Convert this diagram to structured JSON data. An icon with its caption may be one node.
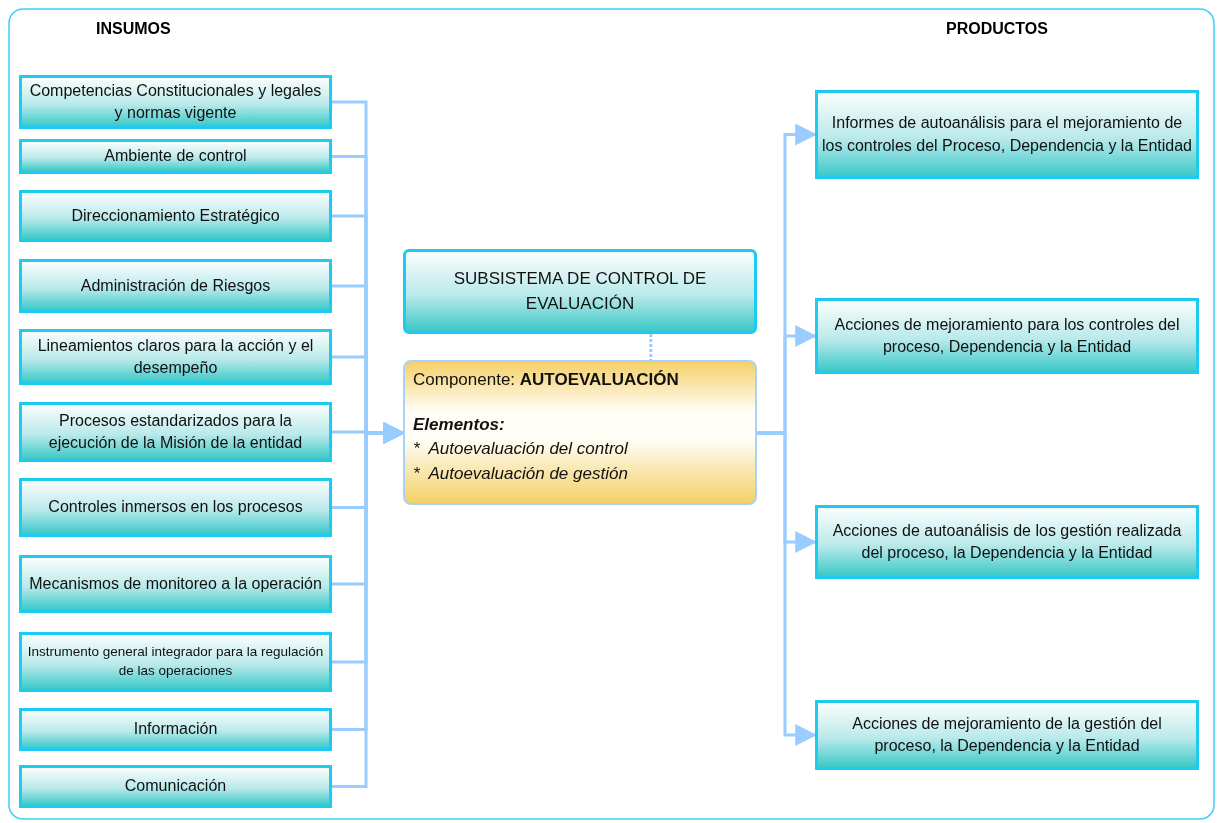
{
  "diagram": {
    "nodes": [
      {
        "text": [
          "Competencias Constitucionales y legales y normas vigente"
        ]
      },
      {
        "text": [
          "Ambiente de control"
        ]
      },
      {
        "text": [
          "Direccionamiento Estratégico"
        ]
      },
      {
        "text": [
          "Administración de Riesgos"
        ]
      },
      {
        "text": [
          "Lineamientos claros para la acción y el desempeño"
        ]
      },
      {
        "text": [
          "Procesos estandarizados para la ejecución de la Misión de la entidad"
        ]
      },
      {
        "text": [
          "Controles inmersos en los procesos"
        ]
      },
      {
        "text": [
          "Mecanismos de monitoreo a la operación"
        ]
      },
      {
        "text": [
          "Instrumento general integrador para la regulación de las operaciones"
        ]
      },
      {
        "text": [
          "Información"
        ]
      },
      {
        "text": [
          "Comunicación"
        ]
      },
      {
        "text": [
          "SUBSISTEMA DE CONTROL DE EVALUACIÓN"
        ]
      },
      {
        "text": [
          "Componente: **AUTOEVALUACIÓN**",
          "Elementos:",
          "*  Autoevaluación del control",
          "*  Autoevaluación de gestión"
        ]
      },
      {
        "text": [
          "Informes de autoanálisis para el mejoramiento de los controles del Proceso, Dependencia y la Entidad"
        ]
      },
      {
        "text": [
          "Acciones de mejoramiento para los controles del proceso, Dependencia y la Entidad"
        ]
      },
      {
        "text": [
          "Acciones de autoanálisis de los gestión realizada  del proceso, la Dependencia y la Entidad"
        ]
      },
      {
        "text": [
          "Acciones de mejoramiento de la gestión del proceso, la Dependencia y la Entidad"
        ]
      }
    ],
    "edges": [
      {
        "from": 0,
        "to": 12,
        "arrow": "to"
      },
      {
        "from": 1,
        "to": 12,
        "arrow": "to"
      },
      {
        "from": 2,
        "to": 12,
        "arrow": "to"
      },
      {
        "from": 3,
        "to": 12,
        "arrow": "to"
      },
      {
        "from": 4,
        "to": 12,
        "arrow": "to"
      },
      {
        "from": 5,
        "to": 12,
        "arrow": "to"
      },
      {
        "from": 6,
        "to": 12,
        "arrow": "to"
      },
      {
        "from": 7,
        "to": 12,
        "arrow": "to"
      },
      {
        "from": 8,
        "to": 12,
        "arrow": "to"
      },
      {
        "from": 9,
        "to": 12,
        "arrow": "to"
      },
      {
        "from": 10,
        "to": 12,
        "arrow": "to"
      },
      {
        "from": 11,
        "to": 12,
        "arrow": "none",
        "style": "dashed"
      },
      {
        "from": 12,
        "to": 13,
        "arrow": "to"
      },
      {
        "from": 12,
        "to": 14,
        "arrow": "to"
      },
      {
        "from": 12,
        "to": 15,
        "arrow": "to"
      },
      {
        "from": 12,
        "to": 16,
        "arrow": "to"
      }
    ],
    "labels": [
      "INSUMOS",
      "PRODUCTOS"
    ]
  }
}
